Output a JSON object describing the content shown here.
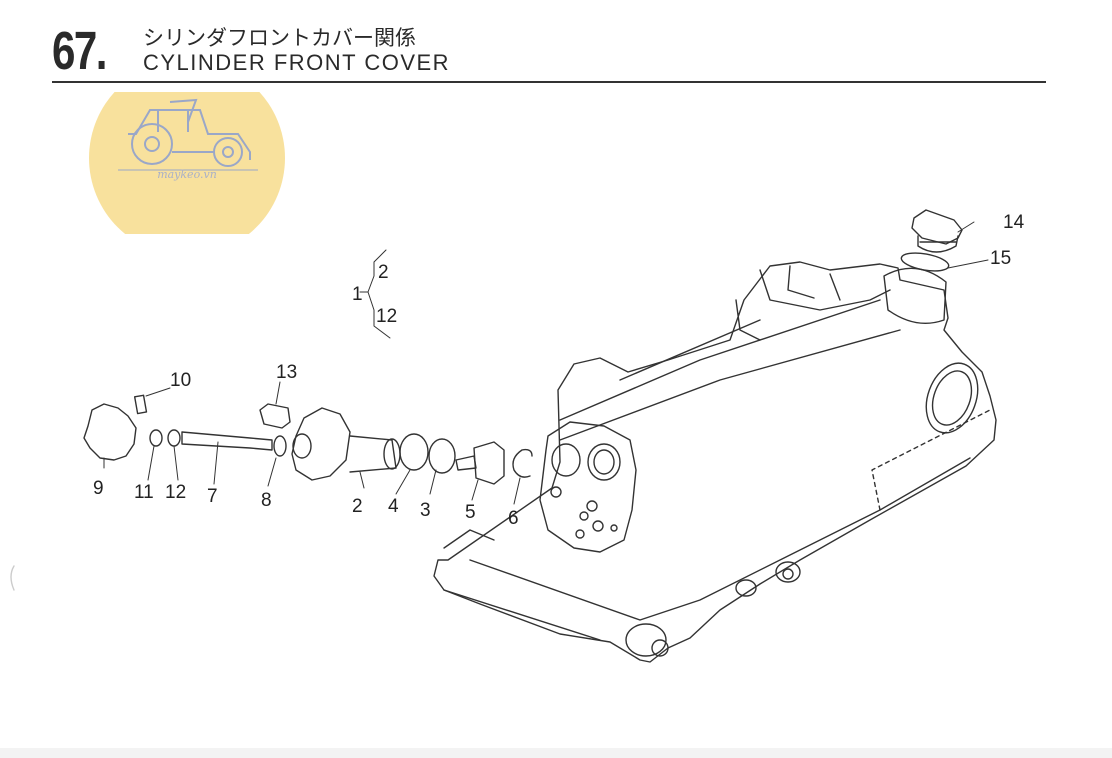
{
  "header": {
    "section_number": "67.",
    "title_jp": "シリンダフロントカバー関係",
    "title_en": "CYLINDER FRONT COVER"
  },
  "watermark": {
    "brand_text": "maykeo.vn",
    "circle_color": "#f7dc8c",
    "icon": "tractor-icon"
  },
  "callouts": {
    "c1": "1",
    "c1_upper": "2",
    "c1_lower": "12",
    "c2": "2",
    "c3": "3",
    "c4": "4",
    "c5": "5",
    "c6": "6",
    "c7": "7",
    "c8": "8",
    "c9": "9",
    "c10": "10",
    "c11": "11",
    "c12": "12",
    "c13": "13",
    "c14": "14",
    "c15": "15"
  }
}
